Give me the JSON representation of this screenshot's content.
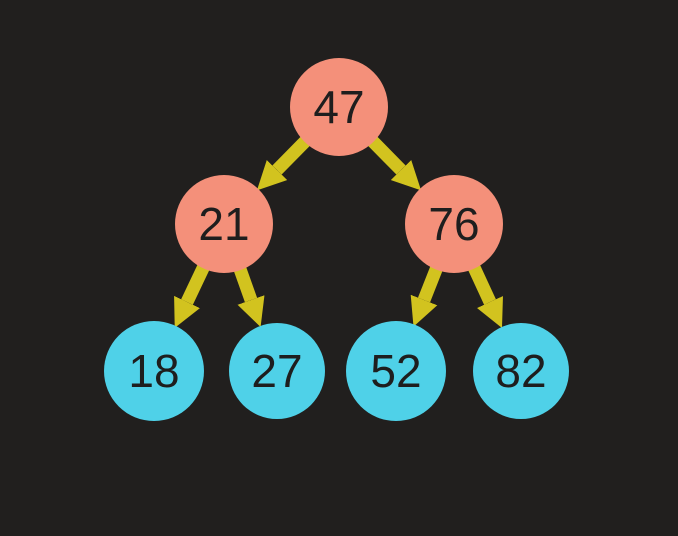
{
  "diagram": {
    "name": "binary-search-tree",
    "description": "Binary tree diagram with seven numbered nodes connected by arrows"
  },
  "colors": {
    "background": "#211F1E",
    "internal_node": "#F4907A",
    "leaf_node": "#4FD1E8",
    "arrow": "#D2C31F",
    "value_text": "#1E1E1E"
  },
  "nodes": {
    "root": {
      "value": "47"
    },
    "left_child": {
      "value": "21"
    },
    "right_child": {
      "value": "76"
    },
    "leaf_left_left": {
      "value": "18"
    },
    "leaf_left_right": {
      "value": "27"
    },
    "leaf_right_left": {
      "value": "52"
    },
    "leaf_right_right": {
      "value": "82"
    }
  },
  "edges": [
    {
      "from": "47",
      "to": "21"
    },
    {
      "from": "47",
      "to": "76"
    },
    {
      "from": "21",
      "to": "18"
    },
    {
      "from": "21",
      "to": "27"
    },
    {
      "from": "76",
      "to": "52"
    },
    {
      "from": "76",
      "to": "82"
    }
  ]
}
